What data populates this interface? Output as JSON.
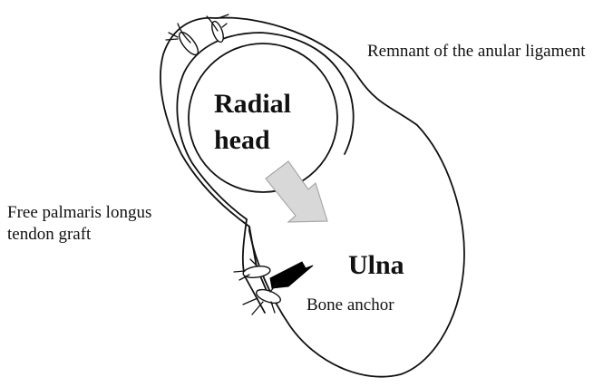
{
  "labels": {
    "remnant": "Remnant of the anular ligament",
    "graft_line1": "Free palmaris longus",
    "graft_line2": "tendon graft",
    "radial_line1": "Radial",
    "radial_line2": "head",
    "ulna": "Ulna",
    "bone_anchor": "Bone anchor"
  },
  "colors": {
    "outline": "#111111",
    "arrow_fill": "#d8d8d8",
    "arrow_stroke": "#a8a8a8",
    "anchor_fill": "#000000",
    "background": "#ffffff"
  }
}
